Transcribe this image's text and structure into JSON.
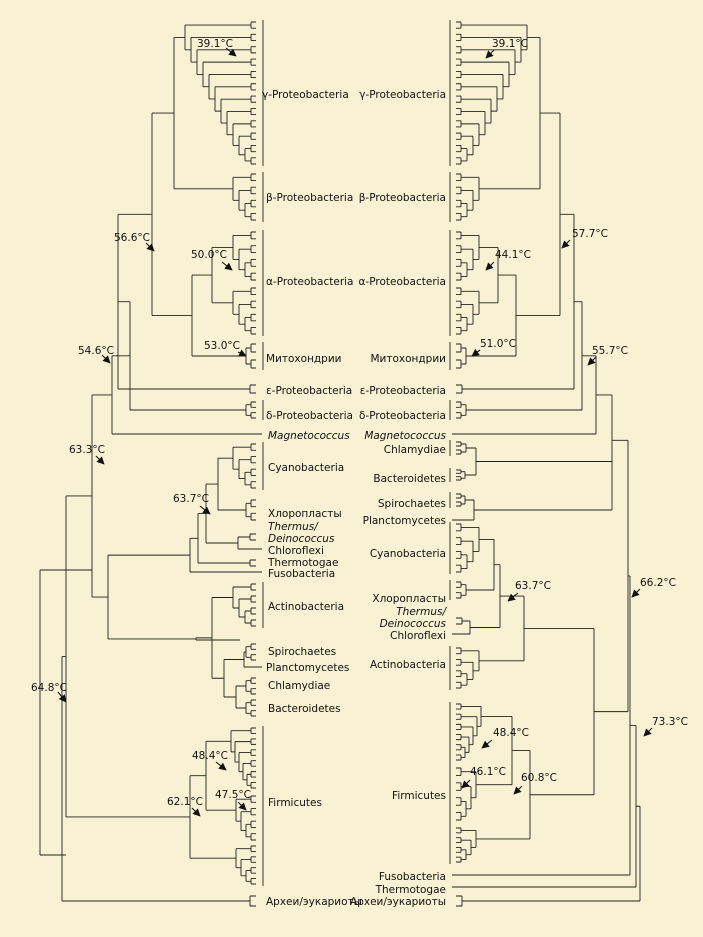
{
  "left_tree": {
    "groups": {
      "gamma": "γ-Proteobacteria",
      "beta": "β-Proteobacteria",
      "alpha": "α-Proteobacteria",
      "mito": "Митохондрии",
      "epsilon": "ε-Proteobacteria",
      "delta": "δ-Proteobacteria",
      "magneto": "Magnetococcus",
      "cyano": "Cyanobacteria",
      "chloroplasts": "Хлоропласты",
      "thermus1": "Thermus/",
      "thermus2": "Deinococcus",
      "chloroflexi": "Chloroflexi",
      "thermotogae": "Thermotogae",
      "fuso": "Fusobacteria",
      "actino": "Actinobacteria",
      "spiro": "Spirochaetes",
      "plancto": "Planctomycetes",
      "chlamydiae": "Chlamydiae",
      "bactero": "Bacteroidetes",
      "firmi": "Firmicutes",
      "archaea": "Археи/эукариоты"
    },
    "temps": {
      "t1": "39.1°C",
      "t2": "56.6°C",
      "t3": "50.0°C",
      "t4": "53.0°C",
      "t5": "54.6°C",
      "t6": "63.3°C",
      "t7": "63.7°C",
      "t8": "64.8°C",
      "t9": "48.4°C",
      "t10": "47.5°C",
      "t11": "62.1°C"
    }
  },
  "right_tree": {
    "groups": {
      "gamma": "γ-Proteobacteria",
      "beta": "β-Proteobacteria",
      "alpha": "α-Proteobacteria",
      "mito": "Митохондрии",
      "epsilon": "ε-Proteobacteria",
      "delta": "δ-Proteobacteria",
      "magneto": "Magnetococcus",
      "chlamydiae": "Chlamydiae",
      "bactero": "Bacteroidetes",
      "spiro": "Spirochaetes",
      "plancto": "Planctomycetes",
      "cyano": "Cyanobacteria",
      "chloroplasts": "Хлоропласты",
      "thermus1": "Thermus/",
      "thermus2": "Deinococcus",
      "chloroflexi": "Chloroflexi",
      "actino": "Actinobacteria",
      "firmi": "Firmicutes",
      "fuso": "Fusobacteria",
      "thermotogae": "Thermotogae",
      "archaea": "Археи/эукариоты"
    },
    "temps": {
      "t1": "39.1°C",
      "t2": "57.7°C",
      "t3": "44.1°C",
      "t4": "51.0°C",
      "t5": "55.7°C",
      "t6": "63.7°C",
      "t7": "66.2°C",
      "t8": "73.3°C",
      "t9": "48.4°C",
      "t10": "46.1°C",
      "t11": "60.8°C"
    }
  }
}
